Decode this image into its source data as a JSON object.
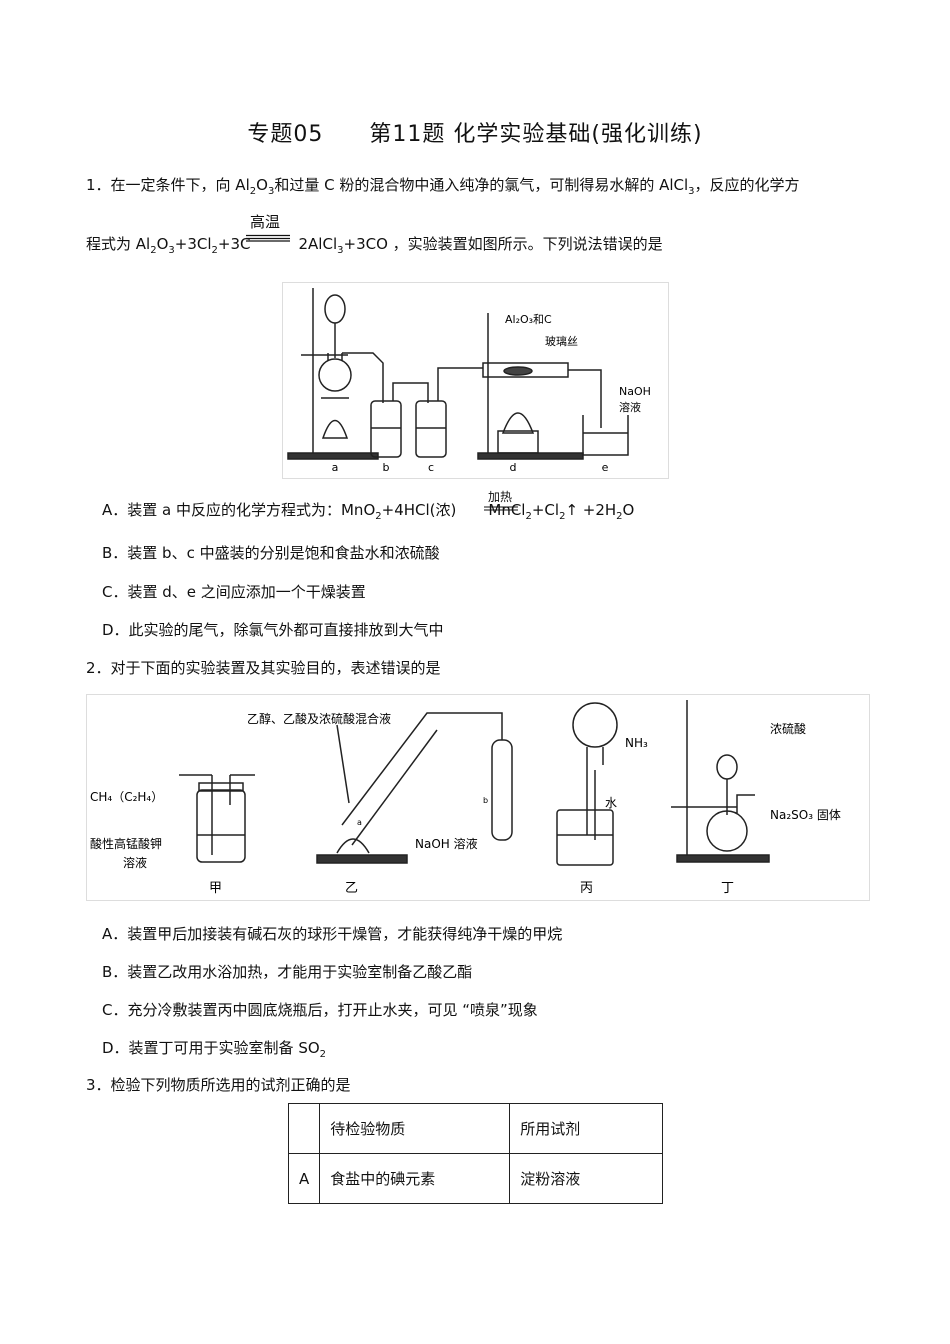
{
  "title": "专题05　　第11题 化学实验基础(强化训练)",
  "q1": {
    "line1_a": "1．在一定条件下，向 Al",
    "line1_b": "2",
    "line1_c": "O",
    "line1_d": "3",
    "line1_e": "和过量 C 粉的混合物中通入纯净的氯气，可制得易水解的 AlCl",
    "line1_f": "3",
    "line1_g": "，反应的化学方",
    "cond": "高温",
    "line2_a": "程式为 Al",
    "line2_b": "2",
    "line2_c": "O",
    "line2_d": "3",
    "line2_e": "+3Cl",
    "line2_f": "2",
    "line2_g": "+3C",
    "line2_h": "2AlCl",
    "line2_i": "3",
    "line2_j": "+3CO ，实验装置如图所示。下列说法错误的是",
    "figure": {
      "label_a": "a",
      "label_b": "b",
      "label_c": "c",
      "label_d": "d",
      "label_e": "e",
      "reagent": "Al₂O₃和C",
      "glass": "玻璃丝",
      "naoh1": "NaOH",
      "naoh2": "溶液"
    },
    "opt_a_1": "A．装置 a 中反应的化学方程式为：MnO",
    "opt_a_2": "2",
    "opt_a_3": "+4HCl(浓)",
    "opt_a_cond": "加热",
    "opt_a_4": "MnCl",
    "opt_a_5": "2",
    "opt_a_6": "+Cl",
    "opt_a_7": "2",
    "opt_a_8": "↑ +2H",
    "opt_a_9": "2",
    "opt_a_10": "O",
    "opt_b": "B．装置 b、c 中盛装的分别是饱和食盐水和浓硫酸",
    "opt_c": "C．装置 d、e 之间应添加一个干燥装置",
    "opt_d": "D．此实验的尾气，除氯气外都可直接排放到大气中"
  },
  "q2": {
    "stem": "2．对于下面的实验装置及其实验目的，表述错误的是",
    "figure": {
      "jia_gas": "CH₄（C₂H₄）",
      "jia_sol1": "酸性高锰酸钾",
      "jia_sol2": "溶液",
      "jia": "甲",
      "yi_top": "乙醇、乙酸及浓硫酸混合液",
      "yi_naoh": "NaOH 溶液",
      "yi_a": "a",
      "yi_b": "b",
      "yi": "乙",
      "bing_nh3": "NH₃",
      "bing_water": "水",
      "bing": "丙",
      "ding_acid": "浓硫酸",
      "ding_solid": "Na₂SO₃ 固体",
      "ding": "丁"
    },
    "opt_a": "A．装置甲后加接装有碱石灰的球形干燥管，才能获得纯净干燥的甲烷",
    "opt_b": "B．装置乙改用水浴加热，才能用于实验室制备乙酸乙酯",
    "opt_c": "C．充分冷敷装置丙中圆底烧瓶后，打开止水夹，可见 “喷泉”现象",
    "opt_d_1": "D．装置丁可用于实验室制备 SO",
    "opt_d_2": "2"
  },
  "q3": {
    "stem": "3．检验下列物质所选用的试剂正确的是",
    "table": {
      "header": [
        "",
        "待检验物质",
        "所用试剂"
      ],
      "rows": [
        [
          "A",
          "食盐中的碘元素",
          "淀粉溶液"
        ]
      ]
    }
  }
}
